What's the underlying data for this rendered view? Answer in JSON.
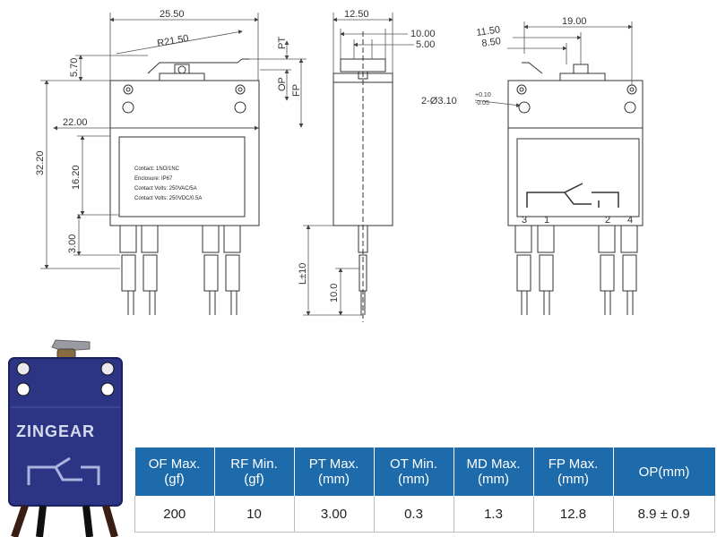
{
  "dimensions": {
    "width_25_50": "25.50",
    "radius_21_50": "R21.50",
    "height_5_70": "5.70",
    "height_32_20": "32.20",
    "height_16_20": "16.20",
    "width_22_00": "22.00",
    "height_3_00": "3.00",
    "pt": "PT",
    "op": "OP",
    "fp": "FP",
    "width_12_50": "12.50",
    "width_10_00": "10.00",
    "width_5_00": "5.00",
    "length_l": "L±10",
    "length_10_0": "10.0",
    "width_19_00": "19.00",
    "width_11_50": "11.50",
    "width_8_50": "8.50",
    "hole_dia": "2-Ø3.10",
    "hole_tol_plus": "+0.10",
    "hole_tol_minus": "-0.05"
  },
  "label_plate": {
    "line1": "Contact: 1NO/1NC",
    "line2": "Enclosure: IP67",
    "line3": "Contact Volts: 250VAC/5A",
    "line4": "Contact Volts: 250VDC/0.5A"
  },
  "terminals": [
    "3",
    "1",
    "2",
    "4"
  ],
  "brand": "ZINGEAR",
  "colors": {
    "table_header": "#1e6bab",
    "switch_body": "#2b3583"
  },
  "specs": {
    "headers": [
      [
        "OF Max.",
        "(gf)"
      ],
      [
        "RF Min.",
        "(gf)"
      ],
      [
        "PT Max.",
        "(mm)"
      ],
      [
        "OT Min.",
        "(mm)"
      ],
      [
        "MD Max.",
        "(mm)"
      ],
      [
        "FP Max.",
        "(mm)"
      ],
      [
        "OP(mm)",
        ""
      ]
    ],
    "values": [
      "200",
      "10",
      "3.00",
      "0.3",
      "1.3",
      "12.8",
      "8.9 ± 0.9"
    ]
  }
}
